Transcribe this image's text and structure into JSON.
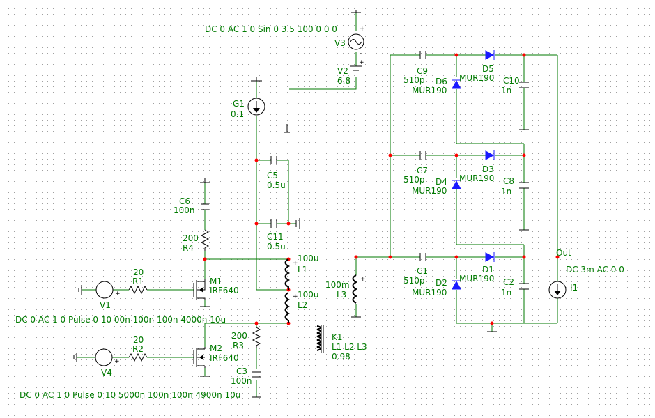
{
  "colors": {
    "wire": "#007a00",
    "junction": "#ff0000",
    "diode": "#1a1aff",
    "symbol": "#000000",
    "grid": "#a0a0a0"
  },
  "labels": {
    "v3_spec": "DC 0 AC 1 0 Sin 0 3.5 100 0 0 0",
    "v3": "V3",
    "v2": "V2",
    "v2_val": "6.8",
    "g1": "G1",
    "g1_val": "0.1",
    "c5": "C5",
    "c5_val": "0.5u",
    "c11": "C11",
    "c11_val": "0.5u",
    "c6": "C6",
    "c6_val": "100n",
    "r4_val": "200",
    "r4": "R4",
    "r1_val": "20",
    "r1": "R1",
    "v1": "V1",
    "m1": "M1",
    "m1_type": "IRF640",
    "l1_val": "100u",
    "l1": "L1",
    "l2_val": "100u",
    "l2": "L2",
    "v1_spec": "DC 0 AC 1 0 Pulse 0 10 00n 100n 100n 4000n 10u",
    "r2_val": "20",
    "r2": "R2",
    "v4": "V4",
    "m2": "M2",
    "m2_type": "IRF640",
    "r3_val": "200",
    "r3": "R3",
    "c3": "C3",
    "c3_val": "100n",
    "v4_spec": "DC 0 AC 1 0 Pulse 0 10 5000n 100n 100n 4900n 10u",
    "k1": "K1",
    "k1_list": "L1 L2 L3",
    "k1_val": "0.98",
    "l3_val": "100m",
    "l3": "L3",
    "c9": "C9",
    "c9_val": "510p",
    "d6": "D6",
    "d6_type": "MUR190",
    "d5": "D5",
    "d5_type": "MUR190",
    "c10": "C10",
    "c10_val": "1n",
    "c7": "C7",
    "c7_val": "510p",
    "d4": "D4",
    "d4_type": "MUR190",
    "d3": "D3",
    "d3_type": "MUR190",
    "c8": "C8",
    "c8_val": "1n",
    "c1": "C1",
    "c1_val": "510p",
    "d2": "D2",
    "d2_type": "MUR190",
    "d1": "D1",
    "d1_type": "MUR190",
    "c2": "C2",
    "c2_val": "1n",
    "out": "Out",
    "i1_spec": "DC 3m AC 0 0",
    "i1": "I1",
    "plus": "+",
    "minus": "-"
  }
}
